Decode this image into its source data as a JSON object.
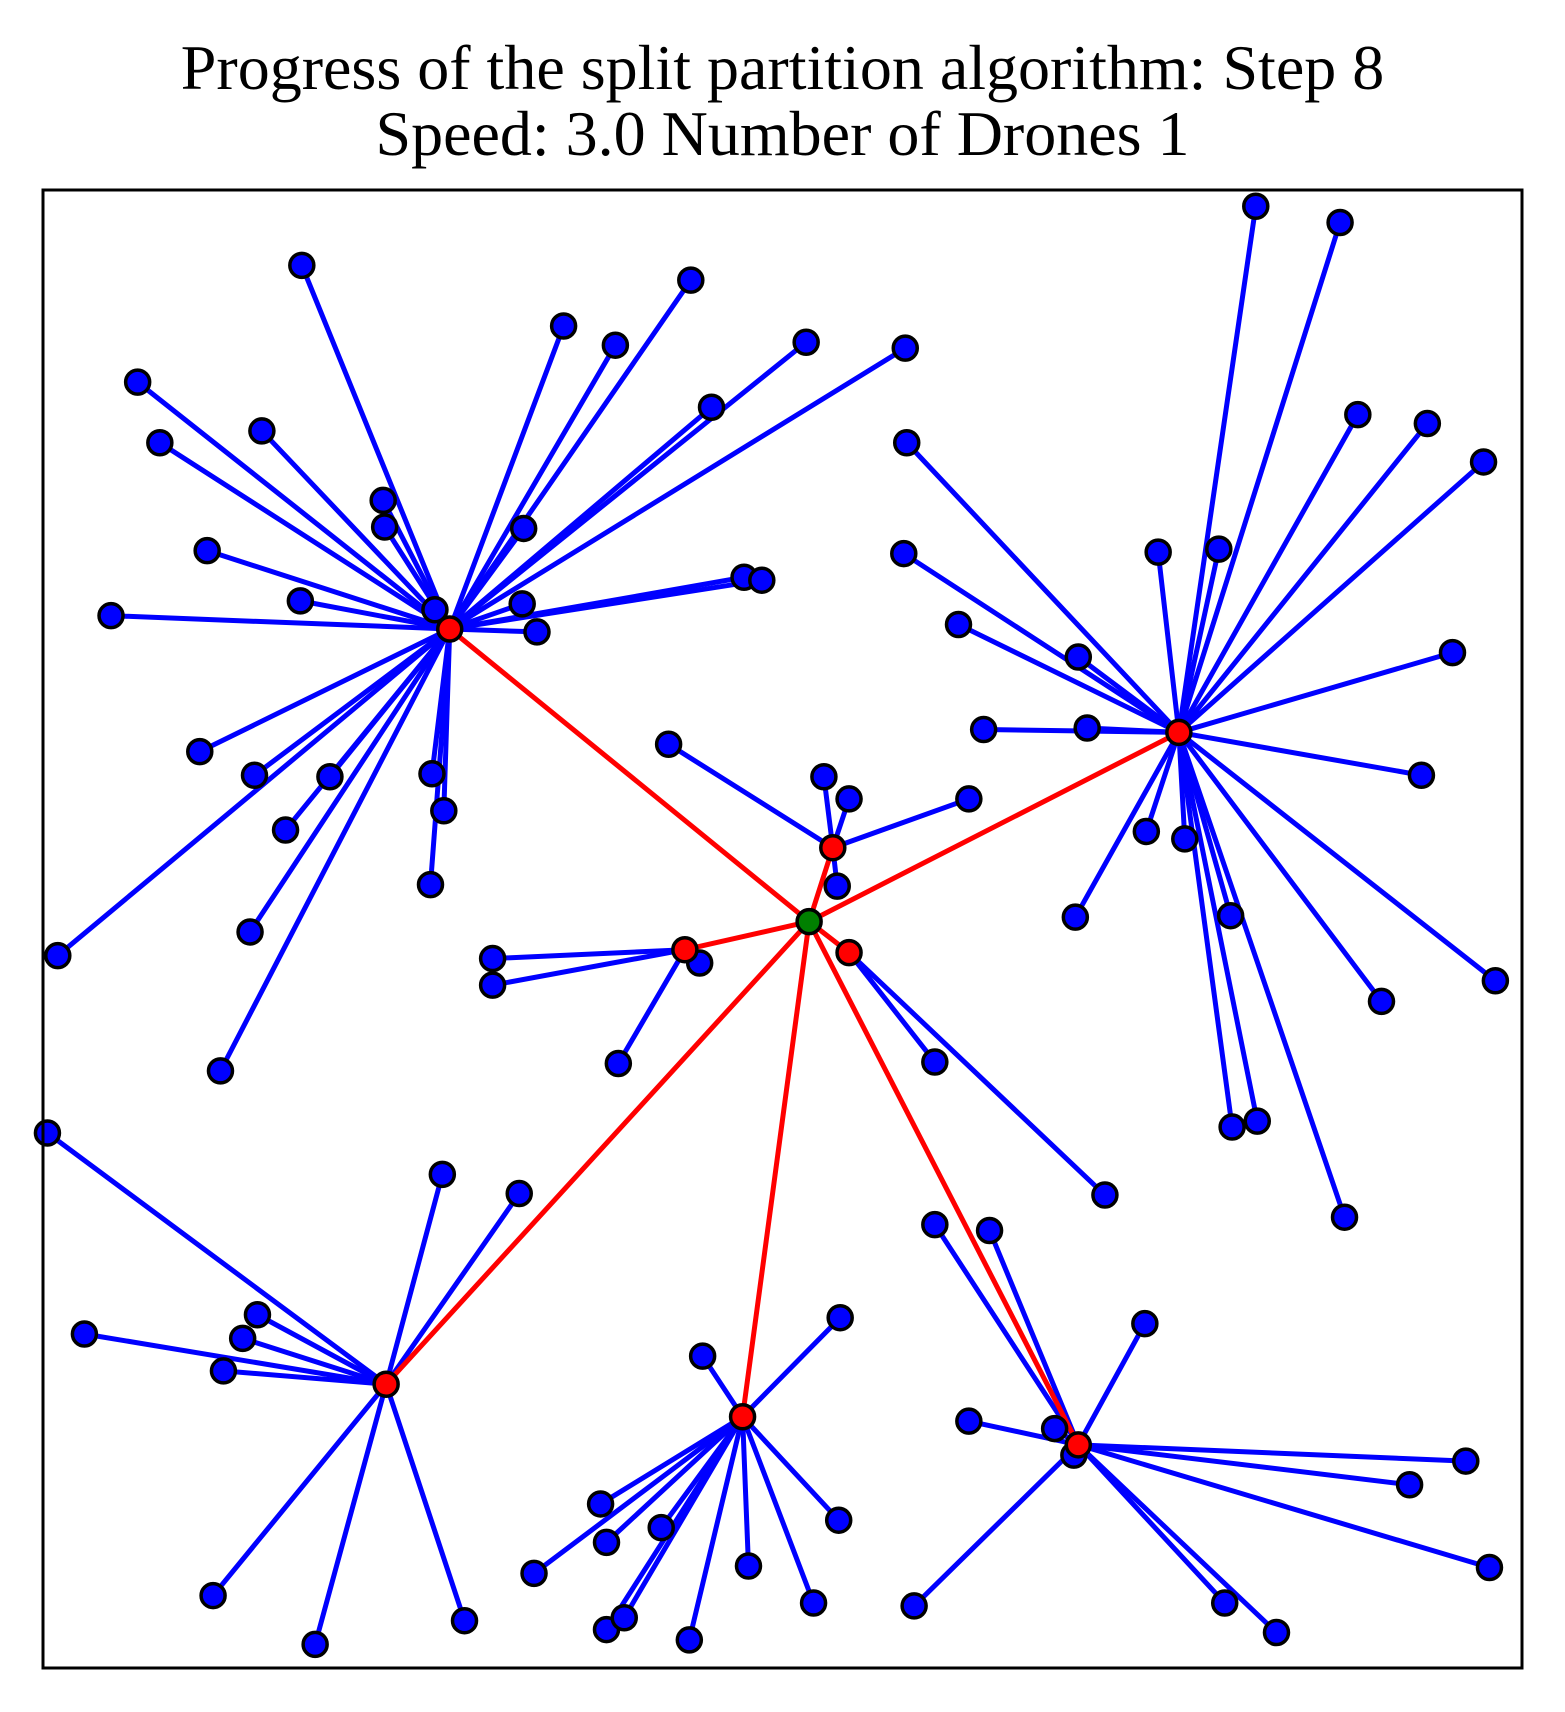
{
  "chart_data": {
    "type": "scatter",
    "title_line1": "Progress of the split partition algorithm: Step 8",
    "title_line2": "Speed: 3.0 Number of Drones 1",
    "xlim": [
      0,
      1
    ],
    "ylim": [
      0,
      1
    ],
    "axes_visible": false,
    "grid": false,
    "colors": {
      "node": "#0000ff",
      "edge": "#0000ff",
      "center": "#ff0000",
      "route": "#ff0000",
      "depot": "#008000",
      "outline": "#000000"
    },
    "depot": [
      0.518,
      0.505
    ],
    "clusters": [
      {
        "center": [
          0.275,
          0.703
        ],
        "points": [
          [
            0.175,
            0.949
          ],
          [
            0.064,
            0.87
          ],
          [
            0.148,
            0.837
          ],
          [
            0.079,
            0.829
          ],
          [
            0.23,
            0.79
          ],
          [
            0.231,
            0.772
          ],
          [
            0.325,
            0.771
          ],
          [
            0.111,
            0.756
          ],
          [
            0.265,
            0.716
          ],
          [
            0.174,
            0.722
          ],
          [
            0.324,
            0.72
          ],
          [
            0.334,
            0.701
          ],
          [
            0.046,
            0.712
          ],
          [
            0.106,
            0.62
          ],
          [
            0.143,
            0.604
          ],
          [
            0.194,
            0.603
          ],
          [
            0.263,
            0.605
          ],
          [
            0.271,
            0.58
          ],
          [
            0.164,
            0.567
          ],
          [
            0.01,
            0.482
          ],
          [
            0.14,
            0.498
          ],
          [
            0.262,
            0.53
          ],
          [
            0.12,
            0.404
          ],
          [
            0.352,
            0.908
          ],
          [
            0.387,
            0.895
          ],
          [
            0.438,
            0.939
          ],
          [
            0.516,
            0.897
          ],
          [
            0.583,
            0.893
          ],
          [
            0.452,
            0.853
          ],
          [
            0.474,
            0.738
          ],
          [
            0.486,
            0.736
          ]
        ]
      },
      {
        "center": [
          0.768,
          0.633
        ],
        "points": [
          [
            0.82,
            0.989
          ],
          [
            0.877,
            0.978
          ],
          [
            0.889,
            0.848
          ],
          [
            0.936,
            0.842
          ],
          [
            0.974,
            0.816
          ],
          [
            0.584,
            0.829
          ],
          [
            0.754,
            0.755
          ],
          [
            0.795,
            0.757
          ],
          [
            0.582,
            0.754
          ],
          [
            0.619,
            0.706
          ],
          [
            0.7,
            0.684
          ],
          [
            0.636,
            0.635
          ],
          [
            0.706,
            0.636
          ],
          [
            0.953,
            0.687
          ],
          [
            0.932,
            0.604
          ],
          [
            0.746,
            0.566
          ],
          [
            0.772,
            0.561
          ],
          [
            0.698,
            0.508
          ],
          [
            0.803,
            0.509
          ],
          [
            0.905,
            0.451
          ],
          [
            0.982,
            0.465
          ],
          [
            0.804,
            0.366
          ],
          [
            0.821,
            0.37
          ],
          [
            0.88,
            0.305
          ]
        ]
      },
      {
        "center": [
          0.534,
          0.555
        ],
        "points": [
          [
            0.423,
            0.625
          ],
          [
            0.528,
            0.603
          ],
          [
            0.545,
            0.588
          ],
          [
            0.626,
            0.588
          ],
          [
            0.537,
            0.529
          ]
        ]
      },
      {
        "center": [
          0.434,
          0.486
        ],
        "points": [
          [
            0.304,
            0.48
          ],
          [
            0.304,
            0.462
          ],
          [
            0.444,
            0.477
          ],
          [
            0.389,
            0.409
          ]
        ]
      },
      {
        "center": [
          0.545,
          0.484
        ],
        "points": [
          [
            0.603,
            0.41
          ],
          [
            0.718,
            0.32
          ]
        ]
      },
      {
        "center": [
          0.232,
          0.192
        ],
        "points": [
          [
            0.003,
            0.362
          ],
          [
            0.27,
            0.334
          ],
          [
            0.322,
            0.321
          ],
          [
            0.145,
            0.239
          ],
          [
            0.135,
            0.223
          ],
          [
            0.028,
            0.226
          ],
          [
            0.122,
            0.201
          ],
          [
            0.115,
            0.049
          ],
          [
            0.184,
            0.016
          ],
          [
            0.285,
            0.032
          ]
        ]
      },
      {
        "center": [
          0.473,
          0.17
        ],
        "points": [
          [
            0.446,
            0.211
          ],
          [
            0.539,
            0.237
          ],
          [
            0.377,
            0.111
          ],
          [
            0.381,
            0.085
          ],
          [
            0.418,
            0.095
          ],
          [
            0.332,
            0.064
          ],
          [
            0.381,
            0.026
          ],
          [
            0.393,
            0.034
          ],
          [
            0.477,
            0.069
          ],
          [
            0.437,
            0.019
          ],
          [
            0.538,
            0.1
          ],
          [
            0.521,
            0.044
          ]
        ]
      },
      {
        "center": [
          0.7,
          0.151
        ],
        "points": [
          [
            0.603,
            0.3
          ],
          [
            0.64,
            0.296
          ],
          [
            0.745,
            0.233
          ],
          [
            0.626,
            0.167
          ],
          [
            0.684,
            0.162
          ],
          [
            0.697,
            0.144
          ],
          [
            0.962,
            0.14
          ],
          [
            0.924,
            0.124
          ],
          [
            0.978,
            0.068
          ],
          [
            0.589,
            0.042
          ],
          [
            0.799,
            0.044
          ],
          [
            0.834,
            0.024
          ]
        ]
      }
    ],
    "route_order": [
      0,
      2,
      4,
      7,
      6,
      5,
      1,
      3
    ]
  }
}
